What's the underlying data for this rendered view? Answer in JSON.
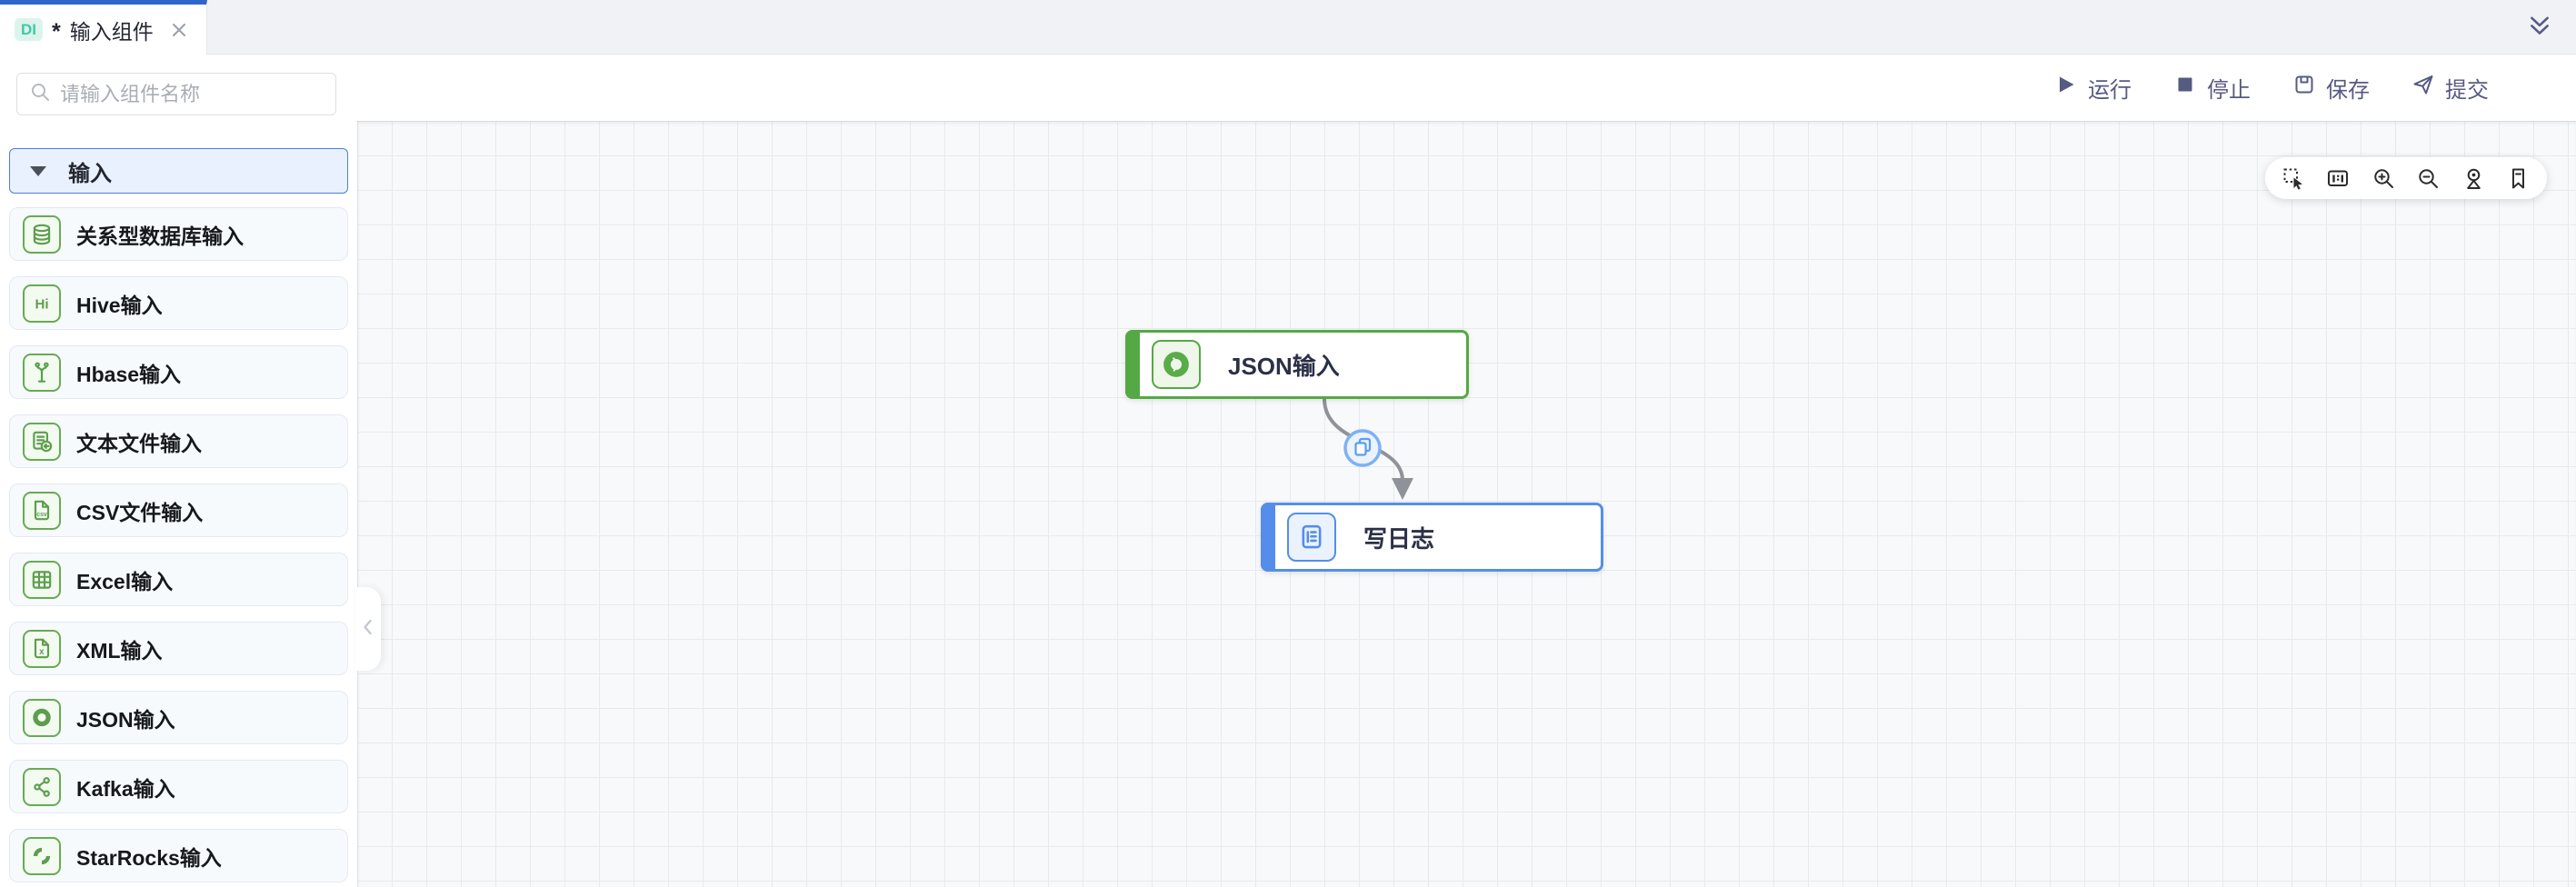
{
  "tab_bar": {
    "tab": {
      "badge": "DI",
      "modified_marker": "*",
      "title": "输入组件"
    },
    "icons": {
      "close": "close-icon",
      "collapse_all": "double-chevron-down-icon"
    }
  },
  "actions": {
    "run": "运行",
    "stop": "停止",
    "save": "保存",
    "submit": "提交",
    "icons": [
      "play-icon",
      "stop-icon",
      "save-icon",
      "paper-plane-icon"
    ]
  },
  "sidebar": {
    "search": {
      "placeholder": "请输入组件名称",
      "icon": "search-icon"
    },
    "group": {
      "label": "输入",
      "state": "expanded",
      "icon": "caret-down-icon"
    },
    "items": [
      {
        "label": "关系型数据库输入",
        "icon": "database-icon"
      },
      {
        "label": "Hive输入",
        "icon": "hive-icon",
        "icon_text": "Hi"
      },
      {
        "label": "Hbase输入",
        "icon": "hbase-icon"
      },
      {
        "label": "文本文件输入",
        "icon": "text-file-icon"
      },
      {
        "label": "CSV文件输入",
        "icon": "csv-file-icon",
        "icon_text": "csv"
      },
      {
        "label": "Excel输入",
        "icon": "excel-icon"
      },
      {
        "label": "XML输入",
        "icon": "xml-file-icon",
        "icon_text": "x"
      },
      {
        "label": "JSON输入",
        "icon": "json-icon"
      },
      {
        "label": "Kafka输入",
        "icon": "kafka-icon"
      },
      {
        "label": "StarRocks输入",
        "icon": "starrocks-icon"
      }
    ]
  },
  "canvas": {
    "toolbar_icons": [
      "marquee-select-icon",
      "fit-view-icon",
      "zoom-in-icon",
      "zoom-out-icon",
      "locate-icon",
      "bookmark-icon"
    ],
    "nodes": [
      {
        "label": "JSON输入",
        "color": "#54a944",
        "icon": "json-donut-icon"
      },
      {
        "label": "写日志",
        "color": "#548eea",
        "icon": "log-list-icon"
      }
    ],
    "edge": {
      "from": "JSON输入",
      "to": "写日志",
      "badge_icon": "copy-icon",
      "color": "#8f9399"
    },
    "sidebar_collapse_icon": "chevron-left-icon"
  },
  "colors": {
    "accent_green": "#54a944",
    "accent_blue": "#548eea",
    "sidebar_icon_green": "#5c9e4d",
    "toolbar_text": "#565b82",
    "tab_indicator": "#2e66cc",
    "di_badge_bg": "#ddf4ec",
    "di_badge_text": "#3fc9a6",
    "group_header_bg": "#e8f1fd",
    "group_header_border": "#4d7fd6",
    "edge_badge_ring": "#7fb0f5",
    "canvas_bg": "#f8f9fa",
    "grid_line": "#e7eaee"
  }
}
